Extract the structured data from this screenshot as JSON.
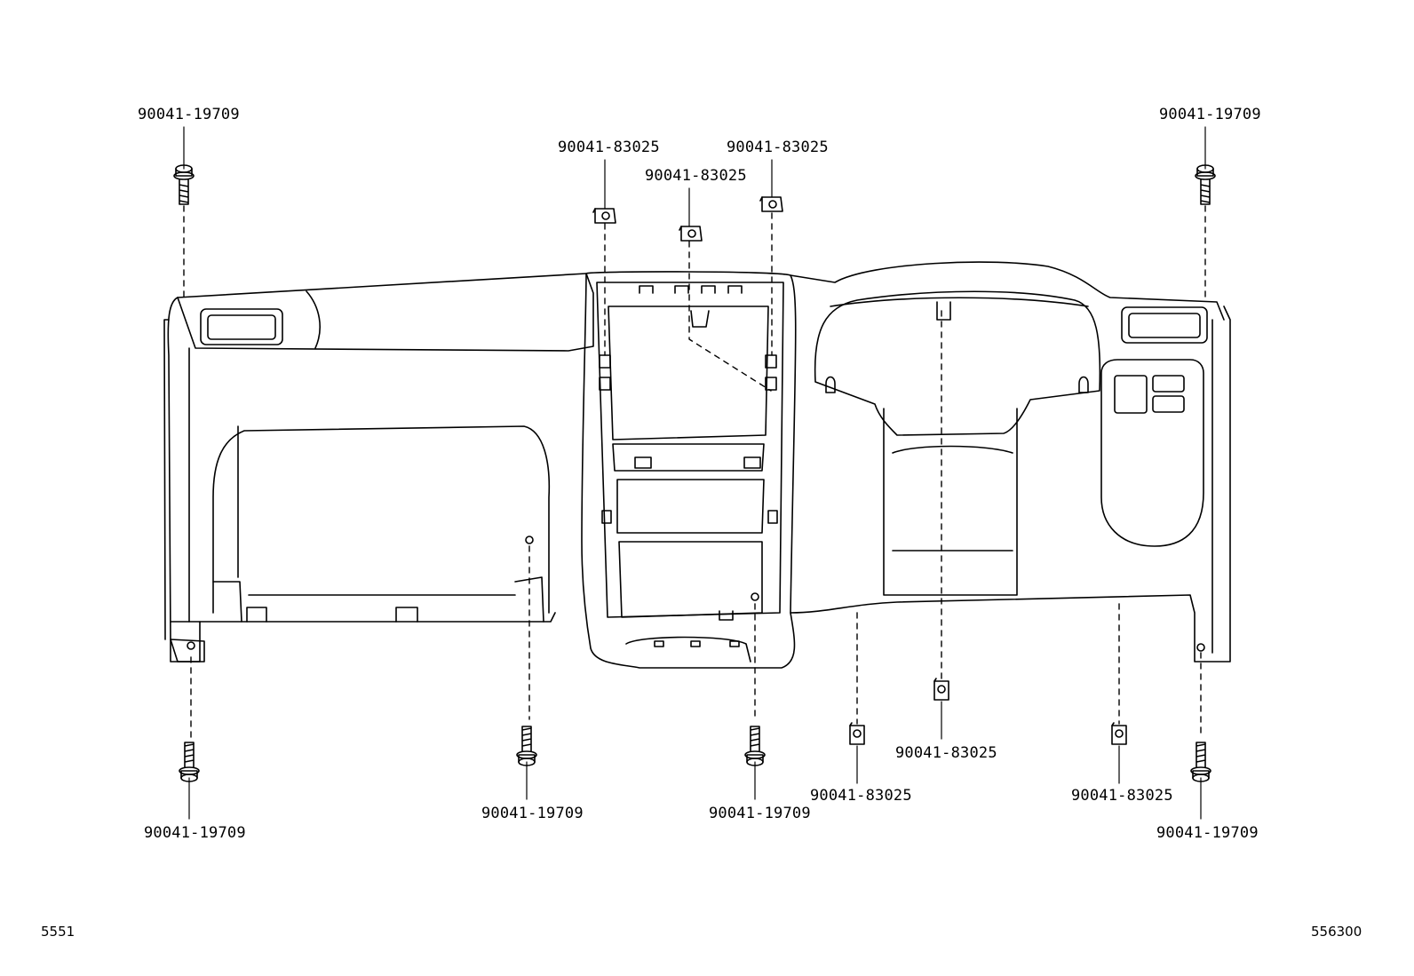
{
  "parts": {
    "bolt": "90041-19709",
    "clip": "90041-83025"
  },
  "footer": {
    "left_code": "5551",
    "right_code": "556300"
  }
}
